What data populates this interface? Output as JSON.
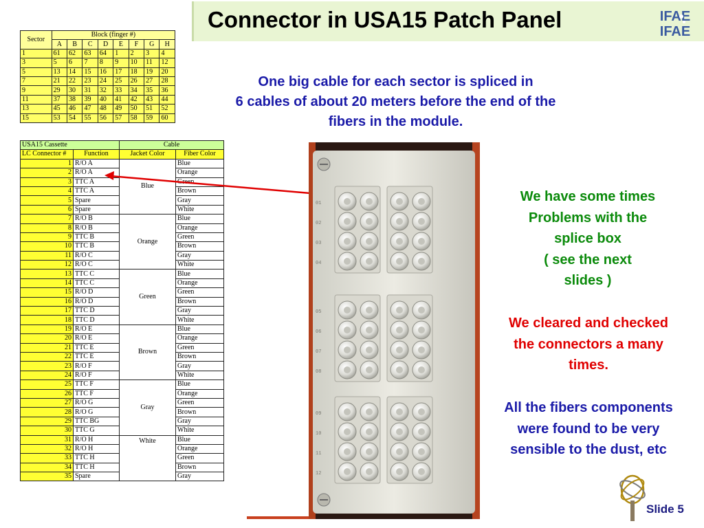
{
  "title": "Connector in USA15 Patch Panel",
  "logo_text": "IFAE",
  "block_table": {
    "header_sector": "Sector",
    "header_block": "Block (finger #)",
    "columns": [
      "A",
      "B",
      "C",
      "D",
      "E",
      "F",
      "G",
      "H"
    ],
    "rows": [
      {
        "sector": "1",
        "values": [
          "61",
          "62",
          "63",
          "64",
          "1",
          "2",
          "3",
          "4"
        ]
      },
      {
        "sector": "3",
        "values": [
          "5",
          "6",
          "7",
          "8",
          "9",
          "10",
          "11",
          "12"
        ]
      },
      {
        "sector": "5",
        "values": [
          "13",
          "14",
          "15",
          "16",
          "17",
          "18",
          "19",
          "20"
        ]
      },
      {
        "sector": "7",
        "values": [
          "21",
          "22",
          "23",
          "24",
          "25",
          "26",
          "27",
          "28"
        ]
      },
      {
        "sector": "9",
        "values": [
          "29",
          "30",
          "31",
          "32",
          "33",
          "34",
          "35",
          "36"
        ]
      },
      {
        "sector": "11",
        "values": [
          "37",
          "38",
          "39",
          "40",
          "41",
          "42",
          "43",
          "44"
        ]
      },
      {
        "sector": "13",
        "values": [
          "45",
          "46",
          "47",
          "48",
          "49",
          "50",
          "51",
          "52"
        ]
      },
      {
        "sector": "15",
        "values": [
          "53",
          "54",
          "55",
          "56",
          "57",
          "58",
          "59",
          "60"
        ]
      }
    ]
  },
  "cassette_table": {
    "header_cassette": "USA15 Cassette",
    "header_cable": "Cable",
    "header_lc": "LC Connector #",
    "header_function": "Function",
    "header_jacket": "Jacket Color",
    "header_fiber": "Fiber Color",
    "groups": [
      {
        "jacket": "Blue",
        "rows": [
          [
            "1",
            "R/O A",
            "Blue"
          ],
          [
            "2",
            "R/O A",
            "Orange"
          ],
          [
            "3",
            "TTC A",
            "Green"
          ],
          [
            "4",
            "TTC A",
            "Brown"
          ],
          [
            "5",
            "Spare",
            "Gray"
          ],
          [
            "6",
            "Spare",
            "White"
          ]
        ]
      },
      {
        "jacket": "Orange",
        "rows": [
          [
            "7",
            "R/O B",
            "Blue"
          ],
          [
            "8",
            "R/O B",
            "Orange"
          ],
          [
            "9",
            "TTC B",
            "Green"
          ],
          [
            "10",
            "TTC B",
            "Brown"
          ],
          [
            "11",
            "R/O C",
            "Gray"
          ],
          [
            "12",
            "R/O C",
            "White"
          ]
        ]
      },
      {
        "jacket": "Green",
        "rows": [
          [
            "13",
            "TTC C",
            "Blue"
          ],
          [
            "14",
            "TTC C",
            "Orange"
          ],
          [
            "15",
            "R/O D",
            "Green"
          ],
          [
            "16",
            "R/O D",
            "Brown"
          ],
          [
            "17",
            "TTC D",
            "Gray"
          ],
          [
            "18",
            "TTC D",
            "White"
          ]
        ]
      },
      {
        "jacket": "Brown",
        "rows": [
          [
            "19",
            "R/O E",
            "Blue"
          ],
          [
            "20",
            "R/O E",
            "Orange"
          ],
          [
            "21",
            "TTC E",
            "Green"
          ],
          [
            "22",
            "TTC E",
            "Brown"
          ],
          [
            "23",
            "R/O F",
            "Gray"
          ],
          [
            "24",
            "R/O F",
            "White"
          ]
        ]
      },
      {
        "jacket": "Gray",
        "rows": [
          [
            "25",
            "TTC F",
            "Blue"
          ],
          [
            "26",
            "TTC F",
            "Orange"
          ],
          [
            "27",
            "R/O G",
            "Green"
          ],
          [
            "28",
            "R/O G",
            "Brown"
          ],
          [
            "29",
            "TTC BG",
            "Gray"
          ],
          [
            "30",
            "TTC G",
            "White"
          ]
        ]
      },
      {
        "jacket": "White",
        "rows": [
          [
            "31",
            "R/O H",
            "Blue"
          ],
          [
            "32",
            "R/O H",
            "Orange"
          ],
          [
            "33",
            "TTC H",
            "Green"
          ],
          [
            "34",
            "TTC H",
            "Brown"
          ],
          [
            "35",
            "Spare",
            "Gray"
          ]
        ]
      }
    ]
  },
  "text_main": {
    "line1": "One big cable for each  sector is spliced in",
    "line2": "6 cables of about 20 meters before the end of the",
    "line3": "fibers in the module."
  },
  "text_problems": {
    "line1": "We have some times",
    "line2": "Problems with the",
    "line3": "splice box",
    "line4": "( see the next",
    "line5": "slides )"
  },
  "text_cleared": {
    "line1": "We cleared and checked",
    "line2": "the connectors a many",
    "line3": "times."
  },
  "text_dust": {
    "line1": "All the fibers components",
    "line2": "were found to be very",
    "line3": "sensible to the dust, etc"
  },
  "slide_label": "Slide 5",
  "port_labels": [
    "01",
    "02",
    "03",
    "04",
    "05",
    "06",
    "07",
    "08",
    "09",
    "10",
    "11",
    "12"
  ],
  "colors": {
    "title_bg": "#e9f5d3",
    "blue_text": "#1a1aa8",
    "green_text": "#0a8a0a",
    "red_text": "#e00000",
    "arrow": "#e00000"
  }
}
